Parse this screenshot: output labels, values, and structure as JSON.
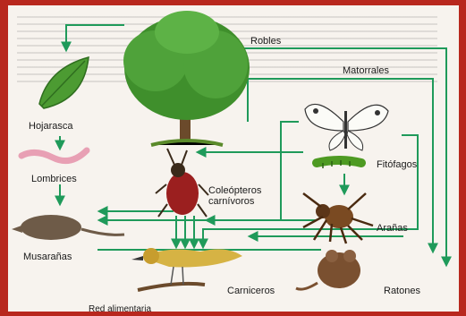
{
  "labels": {
    "robles": "Robles",
    "matorrales": "Matorrales",
    "hojarasca": "Hojarasca",
    "lombrices": "Lombrices",
    "musaranas": "Musarañas",
    "coleopteros": "Coleópteros carnívoros",
    "fitofagos": "Fitófagos",
    "aranas": "Arañas",
    "carniceros": "Carniceros",
    "ratones": "Ratones",
    "caption": "Red alimentaria"
  },
  "colors": {
    "arrow": "#1f9a5a",
    "frame": "#b8281e",
    "paper": "#f7f3ee"
  },
  "icons": [
    "oak-tree",
    "leaf",
    "worm",
    "shrew",
    "beetle",
    "butterfly",
    "caterpillar",
    "spider",
    "bird",
    "mouse"
  ]
}
